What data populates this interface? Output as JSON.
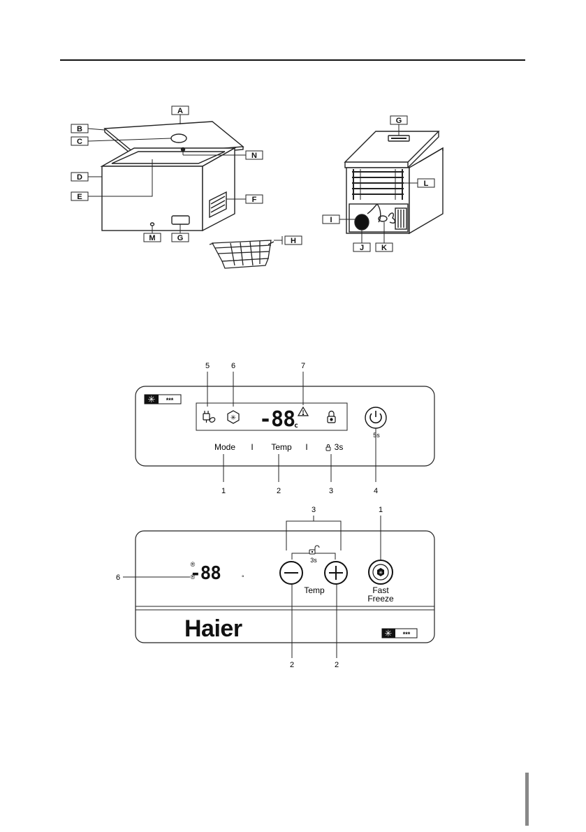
{
  "labels": {
    "A": "A",
    "B": "B",
    "C": "C",
    "D": "D",
    "E": "E",
    "F": "F",
    "G": "G",
    "H": "H",
    "I": "I",
    "J": "J",
    "K": "K",
    "L": "L",
    "M": "M",
    "N": "N"
  },
  "panel1": {
    "callouts_top": [
      "5",
      "6",
      "7"
    ],
    "callouts_bottom": [
      "1",
      "2",
      "3",
      "4"
    ],
    "star_rating": "***",
    "display_value": "-88",
    "display_unit": "c",
    "mode_label": "Mode",
    "separator": "I",
    "temp_label": "Temp",
    "lock_hold": "3s",
    "power_hold": "5s"
  },
  "panel2": {
    "callouts": [
      "3",
      "1",
      "6",
      "2",
      "2"
    ],
    "star_rating": "***",
    "display_value": "-88",
    "degree": "°",
    "hold_label": "3s",
    "temp_label": "Temp",
    "fast_freeze_line1": "Fast",
    "fast_freeze_line2": "Freeze",
    "brand": "Haier"
  }
}
